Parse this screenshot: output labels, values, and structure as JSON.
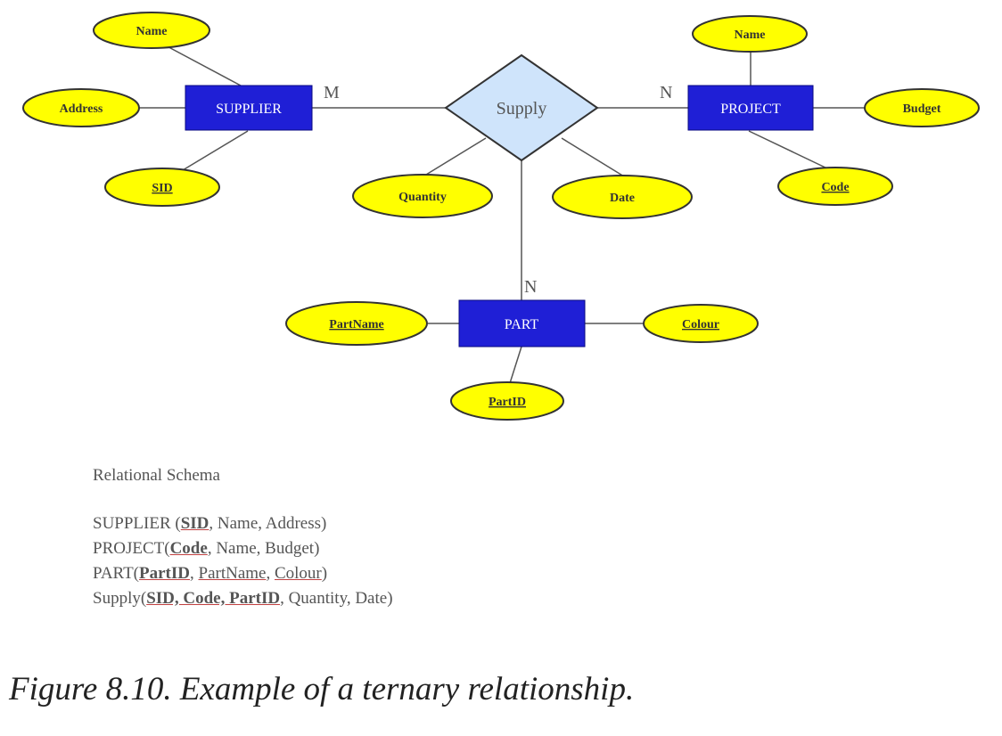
{
  "colors": {
    "entity_fill": "#1f1fd6",
    "entity_text": "#ffffff",
    "attribute_fill": "#ffff00",
    "attribute_stroke": "#333333",
    "relationship_fill": "#cfe4fb",
    "relationship_stroke": "#333333",
    "line": "#555555"
  },
  "entities": {
    "supplier": "SUPPLIER",
    "project": "PROJECT",
    "part": "PART"
  },
  "relationship": {
    "supply": "Supply"
  },
  "cardinalities": {
    "supplier": "M",
    "project": "N",
    "part": "N"
  },
  "attributes": {
    "supplier_name": "Name",
    "supplier_address": "Address",
    "supplier_sid": "SID",
    "project_name": "Name",
    "project_budget": "Budget",
    "project_code": "Code",
    "supply_quantity": "Quantity",
    "supply_date": "Date",
    "part_partname": "PartName",
    "part_colour": "Colour",
    "part_partid": "PartID"
  },
  "schema": {
    "heading": "Relational Schema",
    "supplier": {
      "prefix": "SUPPLIER (",
      "key": "SID",
      "rest": ", Name, Address)"
    },
    "project": {
      "prefix": "PROJECT(",
      "key": "Code",
      "rest": ", Name, Budget)"
    },
    "part": {
      "prefix": "PART(",
      "key": "PartID",
      "sep": ", ",
      "fk1": "PartName",
      "sep2": ", ",
      "fk2": "Colour",
      "end": ")"
    },
    "supply": {
      "prefix": "Supply(",
      "key": "SID, Code, PartID",
      "rest": ", Quantity, Date)"
    }
  },
  "caption": "Figure 8.10. Example of a ternary relationship."
}
